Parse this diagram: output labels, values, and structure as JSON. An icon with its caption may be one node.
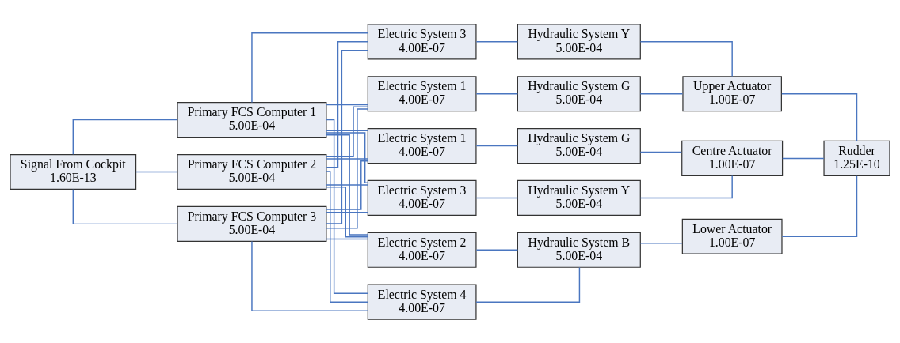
{
  "diagram": {
    "nodes": [
      {
        "text": [
          "Signal From Cockpit",
          "1.60E-13"
        ]
      },
      {
        "text": [
          "Primary FCS Computer 1",
          "5.00E-04"
        ]
      },
      {
        "text": [
          "Primary FCS Computer 2",
          "5.00E-04"
        ]
      },
      {
        "text": [
          "Primary FCS Computer 3",
          "5.00E-04"
        ]
      },
      {
        "text": [
          "Electric System 1",
          "4.00E-07"
        ]
      },
      {
        "text": [
          "Electric System 3",
          "4.00E-07"
        ]
      },
      {
        "text": [
          "Electric System 3",
          "4.00E-07"
        ]
      },
      {
        "text": [
          "Electric System 1",
          "4.00E-07"
        ]
      },
      {
        "text": [
          "Electric System 2",
          "4.00E-07"
        ]
      },
      {
        "text": [
          "Electric System 4",
          "4.00E-07"
        ]
      },
      {
        "text": [
          "Hydraulic System G",
          "5.00E-04"
        ]
      },
      {
        "text": [
          "Hydraulic System Y",
          "5.00E-04"
        ]
      },
      {
        "text": [
          "Hydraulic System Y",
          "5.00E-04"
        ]
      },
      {
        "text": [
          "Hydraulic System G",
          "5.00E-04"
        ]
      },
      {
        "text": [
          "Hydraulic System B",
          "5.00E-04"
        ]
      },
      {
        "text": [
          "Upper Actuator",
          "1.00E-07"
        ]
      },
      {
        "text": [
          "Centre Actuator",
          "1.00E-07"
        ]
      },
      {
        "text": [
          "Lower Actuator",
          "1.00E-07"
        ]
      },
      {
        "text": [
          "Rudder",
          "1.25E-10"
        ]
      }
    ],
    "edges": [
      {
        "from": 0,
        "to": 1,
        "arrow": "none"
      },
      {
        "from": 0,
        "to": 2,
        "arrow": "none"
      },
      {
        "from": 0,
        "to": 3,
        "arrow": "none"
      },
      {
        "from": 1,
        "to": 4,
        "arrow": "none"
      },
      {
        "from": 1,
        "to": 5,
        "arrow": "none"
      },
      {
        "from": 1,
        "to": 6,
        "arrow": "none"
      },
      {
        "from": 1,
        "to": 7,
        "arrow": "none"
      },
      {
        "from": 1,
        "to": 8,
        "arrow": "none"
      },
      {
        "from": 1,
        "to": 9,
        "arrow": "none"
      },
      {
        "from": 2,
        "to": 4,
        "arrow": "none"
      },
      {
        "from": 2,
        "to": 5,
        "arrow": "none"
      },
      {
        "from": 2,
        "to": 6,
        "arrow": "none"
      },
      {
        "from": 2,
        "to": 7,
        "arrow": "none"
      },
      {
        "from": 2,
        "to": 8,
        "arrow": "none"
      },
      {
        "from": 2,
        "to": 9,
        "arrow": "none"
      },
      {
        "from": 3,
        "to": 4,
        "arrow": "none"
      },
      {
        "from": 3,
        "to": 5,
        "arrow": "none"
      },
      {
        "from": 3,
        "to": 6,
        "arrow": "none"
      },
      {
        "from": 3,
        "to": 7,
        "arrow": "none"
      },
      {
        "from": 3,
        "to": 8,
        "arrow": "none"
      },
      {
        "from": 3,
        "to": 9,
        "arrow": "none"
      },
      {
        "from": 4,
        "to": 10,
        "arrow": "none"
      },
      {
        "from": 5,
        "to": 11,
        "arrow": "none"
      },
      {
        "from": 6,
        "to": 12,
        "arrow": "none"
      },
      {
        "from": 7,
        "to": 13,
        "arrow": "none"
      },
      {
        "from": 8,
        "to": 14,
        "arrow": "none"
      },
      {
        "from": 9,
        "to": 14,
        "arrow": "none"
      },
      {
        "from": 10,
        "to": 15,
        "arrow": "none"
      },
      {
        "from": 11,
        "to": 15,
        "arrow": "none"
      },
      {
        "from": 12,
        "to": 16,
        "arrow": "none"
      },
      {
        "from": 13,
        "to": 16,
        "arrow": "none"
      },
      {
        "from": 14,
        "to": 17,
        "arrow": "none"
      },
      {
        "from": 15,
        "to": 18,
        "arrow": "none"
      },
      {
        "from": 16,
        "to": 18,
        "arrow": "none"
      },
      {
        "from": 17,
        "to": 18,
        "arrow": "none"
      }
    ]
  }
}
